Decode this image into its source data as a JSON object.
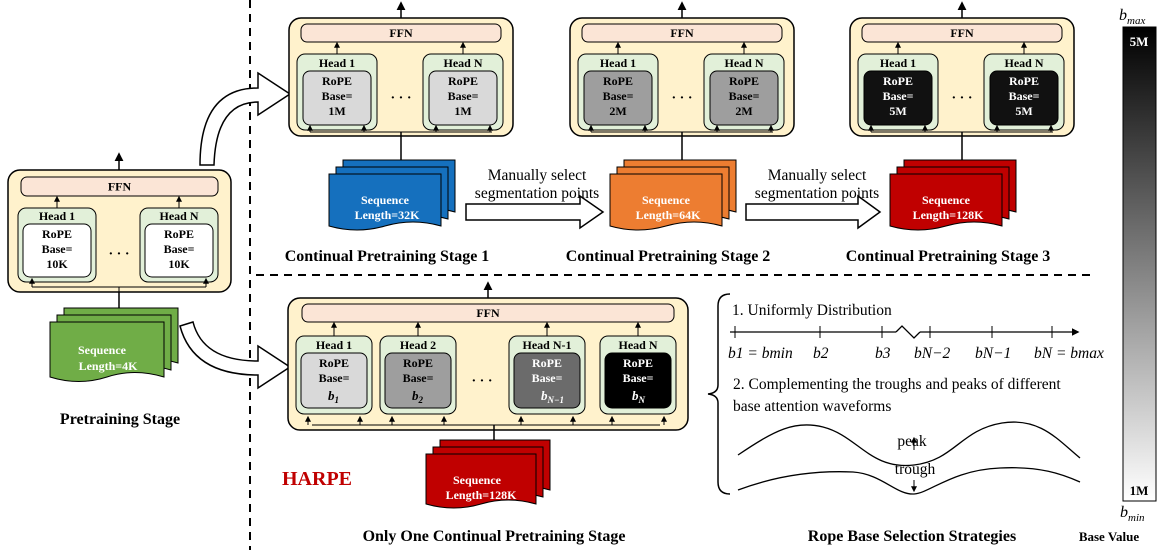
{
  "common": {
    "ffn": "FFN",
    "rope": "RoPE",
    "base": "Base=",
    "dots": "· · ·"
  },
  "pretraining": {
    "head_first": "Head 1",
    "head_last": "Head N",
    "base_value": "10K",
    "sequence_line1": "Sequence",
    "sequence_line2": "Length=4K",
    "label": "Pretraining Stage"
  },
  "stages": [
    {
      "head_first": "Head 1",
      "head_last": "Head N",
      "base_value": "1M",
      "sequence_line1": "Sequence",
      "sequence_line2": "Length=32K",
      "label": "Continual Pretraining Stage 1",
      "seq_color": "#1570be",
      "rope_fill": "#d9d9d9",
      "rope_text": "#000000"
    },
    {
      "head_first": "Head 1",
      "head_last": "Head N",
      "base_value": "2M",
      "sequence_line1": "Sequence",
      "sequence_line2": "Length=64K",
      "label": "Continual Pretraining Stage 2",
      "seq_color": "#ed7d31",
      "rope_fill": "#9e9e9e",
      "rope_text": "#000000"
    },
    {
      "head_first": "Head 1",
      "head_last": "Head N",
      "base_value": "5M",
      "sequence_line1": "Sequence",
      "sequence_line2": "Length=128K",
      "label": "Continual Pretraining Stage 3",
      "seq_color": "#c00000",
      "rope_fill": "#111111",
      "rope_text": "#ffffff"
    }
  ],
  "transitions": [
    {
      "line1": "Manually select",
      "line2": "segmentation points"
    },
    {
      "line1": "Manually select",
      "line2": "segmentation points"
    }
  ],
  "harpe": {
    "name": "HARPE",
    "heads": [
      {
        "label": "Head 1",
        "sub": "1",
        "rope_fill": "#d9d9d9",
        "rope_text": "#000000"
      },
      {
        "label": "Head 2",
        "sub": "2",
        "rope_fill": "#9e9e9e",
        "rope_text": "#000000"
      },
      {
        "label": "Head N-1",
        "sub": "N−1",
        "rope_fill": "#6b6b6b",
        "rope_text": "#ffffff"
      },
      {
        "label": "Head N",
        "sub": "N",
        "rope_fill": "#000000",
        "rope_text": "#ffffff"
      }
    ],
    "base_symbol": "b",
    "sequence_line1": "Sequence",
    "sequence_line2": "Length=128K",
    "label": "Only One Continual Pretraining Stage"
  },
  "strategies": {
    "item1": "1. Uniformly Distribution",
    "axis_labels": [
      "b1 = bmin",
      "b2",
      "b3",
      "bN−2",
      "bN−1",
      "bN = bmax"
    ],
    "item2_line1": "2. Complementing the troughs and peaks of different",
    "item2_line2": "base attention waveforms",
    "peak": "peak",
    "trough": "trough",
    "label": "Rope Base Selection Strategies"
  },
  "colorbar": {
    "max_symbol": "b",
    "max_sub": "max",
    "min_symbol": "b",
    "min_sub": "min",
    "top_value": "5M",
    "bottom_value": "1M",
    "label": "Base Value"
  }
}
